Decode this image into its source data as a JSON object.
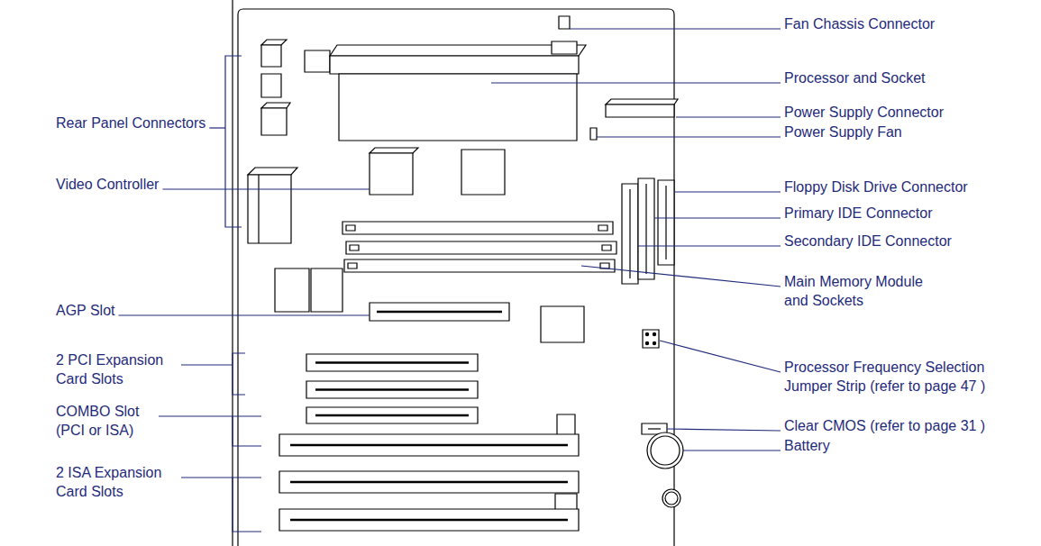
{
  "diagram": {
    "labels": [
      "Rear Panel Connectors",
      "Video Controller",
      "AGP Slot",
      "2 PCI Expansion Card Slots",
      "COMBO Slot (PCI or ISA)",
      "2 ISA Expansion Card Slots",
      "Fan Chassis Connector",
      "Processor and Socket",
      "Power Supply Connector",
      "Power Supply Fan",
      "Floppy Disk Drive Connector",
      "Primary IDE Connector",
      "Secondary IDE Connector",
      "Main Memory Module and Sockets",
      "Processor Frequency Selection Jumper Strip (refer to page 47 )",
      "Clear CMOS (refer to page 31 )",
      "Battery"
    ]
  }
}
